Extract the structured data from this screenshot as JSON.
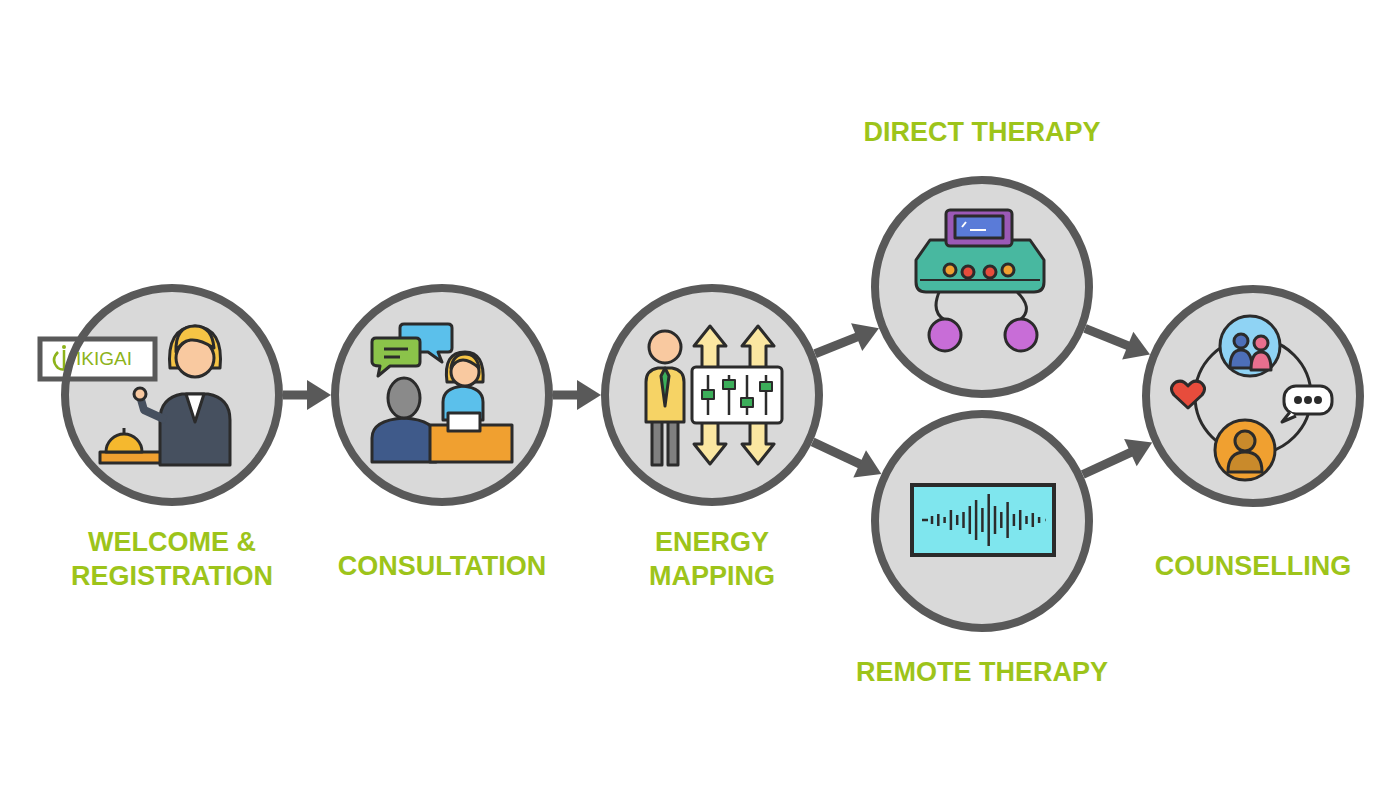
{
  "diagram": {
    "nodes": [
      {
        "text": [
          "WELCOME & REGISTRATION"
        ]
      },
      {
        "text": [
          "CONSULTATION"
        ]
      },
      {
        "text": [
          "ENERGY MAPPING"
        ]
      },
      {
        "text": [
          "DIRECT THERAPY"
        ]
      },
      {
        "text": [
          "REMOTE THERAPY"
        ]
      },
      {
        "text": [
          "COUNSELLING"
        ]
      }
    ],
    "edges": [
      {
        "from": 0,
        "to": 1,
        "arrow": "to"
      },
      {
        "from": 1,
        "to": 2,
        "arrow": "to"
      },
      {
        "from": 2,
        "to": 3,
        "arrow": "to"
      },
      {
        "from": 2,
        "to": 4,
        "arrow": "to"
      },
      {
        "from": 3,
        "to": 5,
        "arrow": "to"
      },
      {
        "from": 4,
        "to": 5,
        "arrow": "to"
      }
    ],
    "labels": [
      "IKIGAI"
    ]
  }
}
